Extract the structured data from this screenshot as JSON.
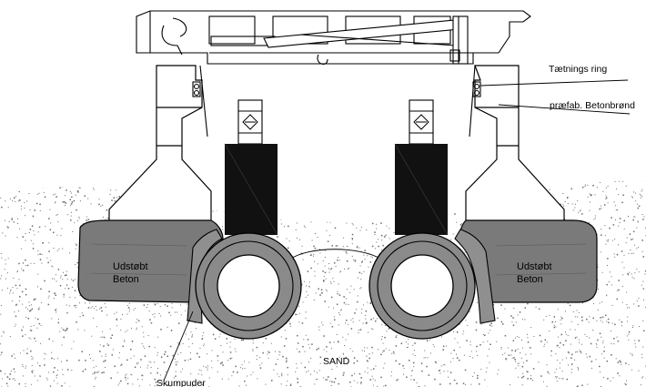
{
  "diagram": {
    "labels": {
      "seal_ring": "Tætnings ring",
      "precast_well": "præfab. Betonbrønd",
      "cast_concrete_left_1": "Udstøbt",
      "cast_concrete_left_2": "Beton",
      "cast_concrete_right_1": "Udstøbt",
      "cast_concrete_right_2": "Beton",
      "foam_pads": "Skumpuder",
      "sand": "SAND"
    },
    "colors": {
      "line": "#000000",
      "concrete": "#7a7a7a",
      "sleeve": "#808080",
      "pipe_ring": "#8a8a8a",
      "block": "#111111",
      "sand_speckle": "#6b6b6b",
      "background": "#ffffff"
    }
  }
}
